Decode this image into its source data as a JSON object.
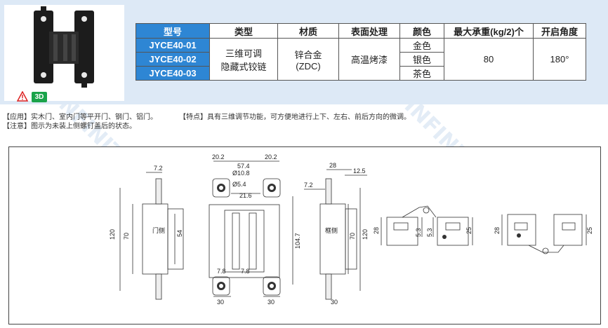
{
  "table": {
    "headers": [
      "型号",
      "类型",
      "材质",
      "表面处理",
      "颜色",
      "最大承重(kg/2)个",
      "开启角度"
    ],
    "models": [
      "JYCE40-01",
      "JYCE40-02",
      "JYCE40-03"
    ],
    "type_line1": "三维可调",
    "type_line2": "隐藏式铰链",
    "material_line1": "锌合金",
    "material_line2": "(ZDC)",
    "surface": "高温烤漆",
    "colors": [
      "金色",
      "银色",
      "茶色"
    ],
    "max_load": "80",
    "angle": "180°"
  },
  "badge_3d": "3D",
  "notes": {
    "usage": "【应用】实木门、室内门等平开门、钢门、铝门。",
    "feature": "【特点】具有三维调节功能，可方便地进行上下、左右、前后方向的微调。",
    "caution": "【注意】图示为未装上侧螺钉盖后的状态。"
  },
  "drawing": {
    "door_side": "门侧",
    "frame_side": "框侧",
    "dims": {
      "d7_2": "7.2",
      "d120": "120",
      "d70": "70",
      "d54": "54",
      "d20_2a": "20.2",
      "d57_4": "57.4",
      "d20_2b": "20.2",
      "d10_8": "Ø10.8",
      "d5_4": "Ø5.4",
      "d21_6": "21.6",
      "d104_7": "104.7",
      "d7_8a": "7.8",
      "d7_8b": "7.8",
      "d30a": "30",
      "d30b": "30",
      "d28": "28",
      "d12_5": "12.5",
      "d7_2b": "7.2",
      "d70b": "70",
      "d120b": "120",
      "d30c": "30",
      "d28b": "28",
      "d5_3a": "5.3",
      "d5_3b": "5.3",
      "d25": "25",
      "d28c": "28",
      "d25b": "25"
    }
  },
  "watermark": "INFINITE"
}
